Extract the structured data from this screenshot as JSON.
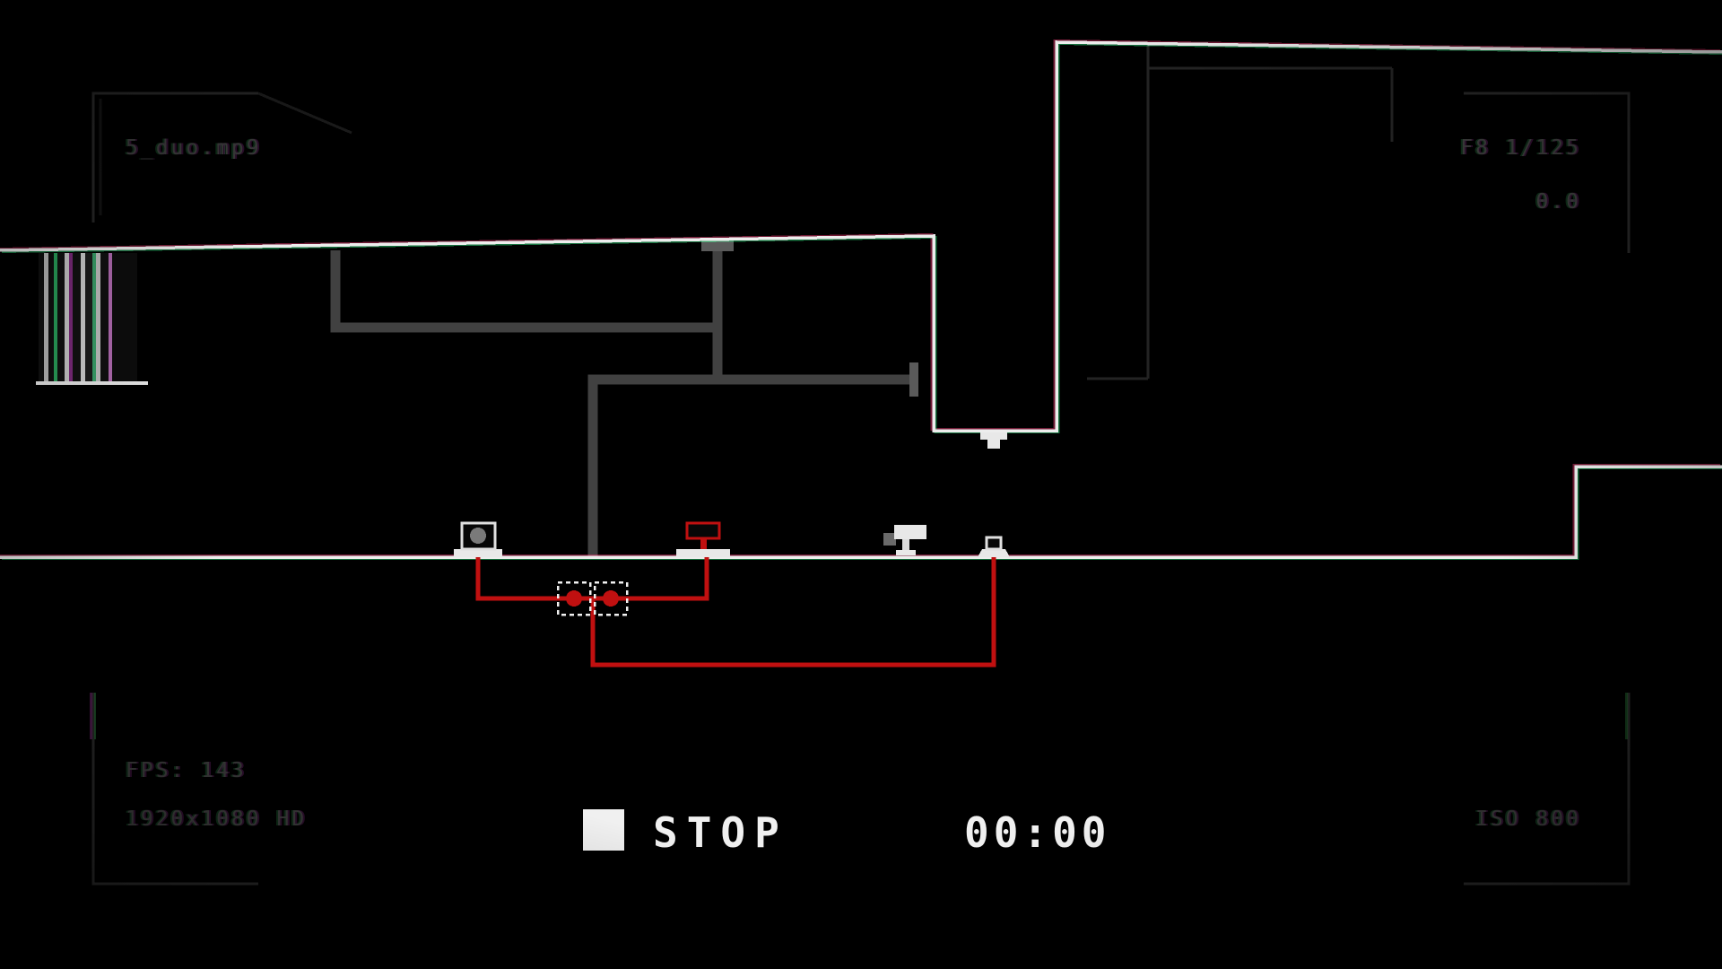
{
  "hud": {
    "top_left": {
      "filename": "5_duo.mp9"
    },
    "top_right": {
      "shutter": "F8 1/125",
      "exposure": "0.0"
    },
    "bottom_left": {
      "fps": "FPS: 143",
      "resolution": "1920x1080 HD"
    },
    "bottom_center": {
      "record_state": "STOP",
      "timecode": "00:00"
    },
    "bottom_right": {
      "iso": "ISO 800"
    }
  },
  "icons": {
    "stop_icon": "white-square"
  },
  "colors": {
    "background": "#000000",
    "hud_dim": "#3b3b3b",
    "hud_bright": "#f0f0f0",
    "line_white": "#ededed",
    "pipe_gray": "#414141",
    "pipe_flange": "#5a5a5a",
    "wire_red": "#c01010",
    "chroma_red": "#ff3d7a",
    "chroma_green": "#35ff8d",
    "bracket_gray": "#262626",
    "ghost_gray": "#232323"
  }
}
